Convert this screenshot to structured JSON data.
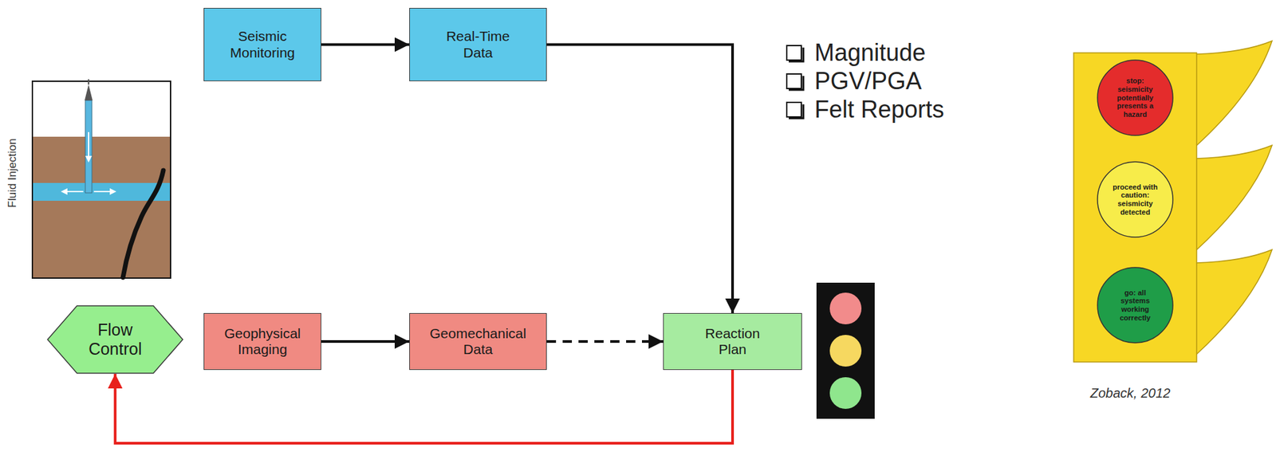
{
  "diagram": {
    "nodes": [
      {
        "text": [
          "Seismic Monitoring"
        ]
      },
      {
        "text": [
          "Real-Time Data"
        ]
      },
      {
        "text": [
          "Geophysical Imaging"
        ]
      },
      {
        "text": [
          "Geomechanical Data"
        ]
      },
      {
        "text": [
          "Reaction Plan"
        ]
      },
      {
        "text": [
          "Flow Control"
        ]
      },
      {
        "text": [
          "stop: seismicity potentially presents a hazard"
        ]
      },
      {
        "text": [
          "proceed with caution: seismicity detected"
        ]
      },
      {
        "text": [
          "go: all systems working correctly"
        ]
      }
    ],
    "edges": [
      {
        "from": 0,
        "to": 1,
        "arrow": "to"
      },
      {
        "from": 1,
        "to": 4,
        "arrow": "to"
      },
      {
        "from": 2,
        "to": 3,
        "arrow": "to"
      },
      {
        "from": 3,
        "to": 4,
        "arrow": "to"
      },
      {
        "from": 4,
        "to": 5,
        "arrow": "to"
      }
    ],
    "labels": [
      "Fluid Injection",
      "Magnitude",
      "PGV/PGA",
      "Felt Reports",
      "Zoback, 2012"
    ]
  }
}
